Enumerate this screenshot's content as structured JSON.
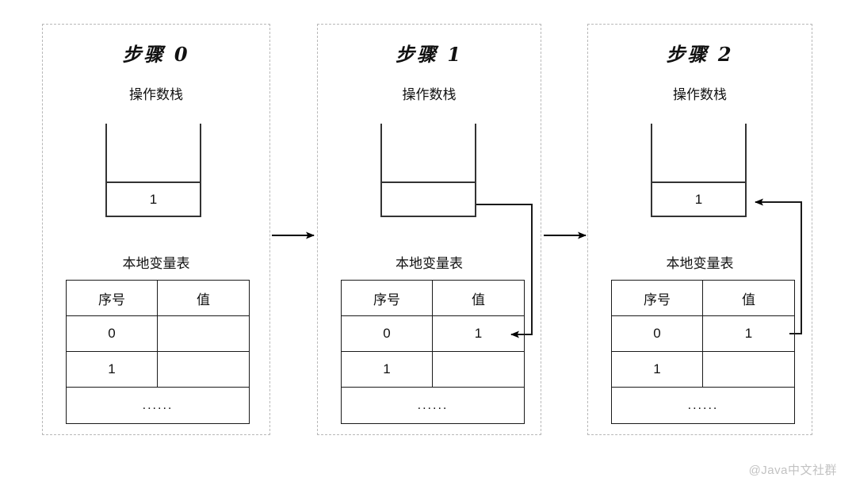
{
  "diagram": {
    "watermark": "@Java中文社群",
    "stack_label": "操作数栈",
    "table_label": "本地变量表",
    "table_headers": {
      "index": "序号",
      "value": "值"
    },
    "ellipsis": "......",
    "colors": {
      "panel_border": "#b8b8b8",
      "box_stroke": "#333333",
      "table_stroke": "#1a1a1a",
      "arrow": "#000000",
      "text": "#111111",
      "watermark": "#c2c2c2",
      "background": "#ffffff"
    },
    "steps": [
      {
        "title": "步骤 0",
        "stack_label": "操作数栈",
        "stack_cell_value": "1",
        "table_label": "本地变量表",
        "headers": {
          "index": "序号",
          "value": "值"
        },
        "rows": [
          {
            "index": "0",
            "value": ""
          },
          {
            "index": "1",
            "value": ""
          }
        ],
        "ellipsis": "......"
      },
      {
        "title": "步骤 1",
        "stack_label": "操作数栈",
        "stack_cell_value": "",
        "table_label": "本地变量表",
        "headers": {
          "index": "序号",
          "value": "值"
        },
        "rows": [
          {
            "index": "0",
            "value": "1"
          },
          {
            "index": "1",
            "value": ""
          }
        ],
        "ellipsis": "......"
      },
      {
        "title": "步骤 2",
        "stack_label": "操作数栈",
        "stack_cell_value": "1",
        "table_label": "本地变量表",
        "headers": {
          "index": "序号",
          "value": "值"
        },
        "rows": [
          {
            "index": "0",
            "value": "1"
          },
          {
            "index": "1",
            "value": ""
          }
        ],
        "ellipsis": "......"
      }
    ],
    "flow_arrows": [
      {
        "name": "arrow-step0-to-step1",
        "direction": "right"
      },
      {
        "name": "arrow-step1-to-step2",
        "direction": "right"
      }
    ],
    "data_arrows": [
      {
        "name": "arrow-stack-to-local-var",
        "from": "operand-stack",
        "to": "local-variable-table-row-0-value"
      },
      {
        "name": "arrow-local-var-to-stack",
        "from": "local-variable-table-row-0-value",
        "to": "operand-stack-cell"
      }
    ]
  }
}
